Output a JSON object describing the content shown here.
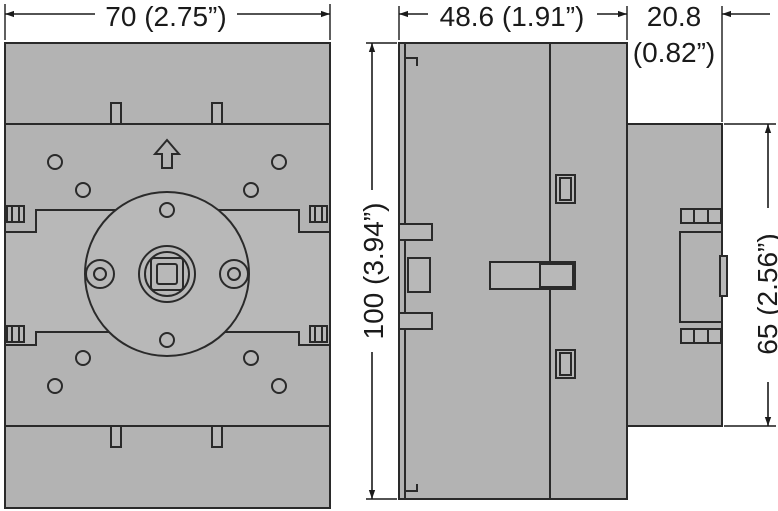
{
  "dimensions": {
    "front_width": "70 (2.75”)",
    "side_depth": "48.6 (1.91”)",
    "knob_depth_value": "20.8",
    "knob_depth_inch": "(0.82”)",
    "total_height": "100 (3.94”)",
    "knob_height": "65 (2.56”)"
  },
  "colors": {
    "body": "#b3b3b3",
    "outline": "#2a2a2a",
    "dimension_line": "#1a1a1a"
  },
  "icons": {
    "direction_marker": "up-arrow-icon"
  }
}
